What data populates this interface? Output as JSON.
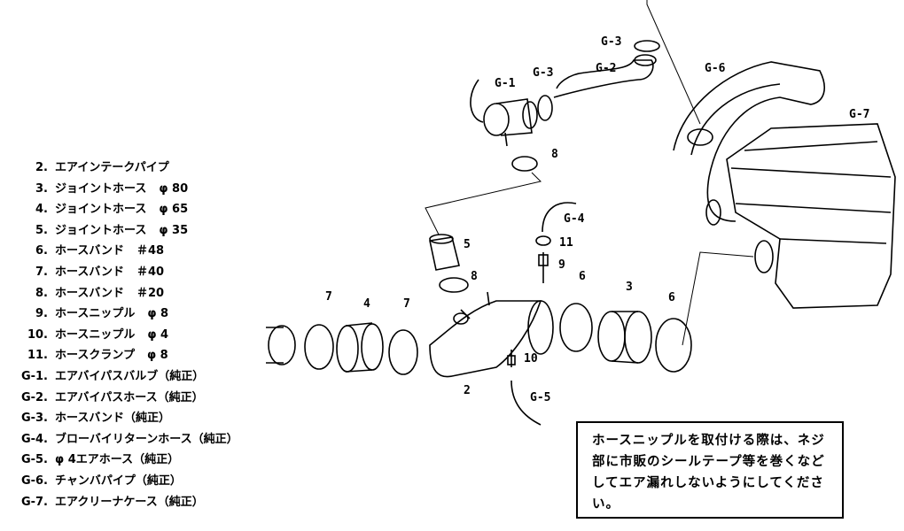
{
  "legend": [
    {
      "num": "2.",
      "name": "エアインテークパイプ",
      "spec": ""
    },
    {
      "num": "3.",
      "name": "ジョイントホース",
      "spec": "φ 80"
    },
    {
      "num": "4.",
      "name": "ジョイントホース",
      "spec": "φ 65"
    },
    {
      "num": "5.",
      "name": "ジョイントホース",
      "spec": "φ 35"
    },
    {
      "num": "6.",
      "name": "ホースバンド",
      "spec": "＃48"
    },
    {
      "num": "7.",
      "name": "ホースバンド",
      "spec": "＃40"
    },
    {
      "num": "8.",
      "name": "ホースバンド",
      "spec": "＃20"
    },
    {
      "num": "9.",
      "name": "ホースニップル",
      "spec": "φ 8"
    },
    {
      "num": "10.",
      "name": "ホースニップル",
      "spec": "φ 4"
    },
    {
      "num": "11.",
      "name": "ホースクランプ",
      "spec": "φ 8"
    },
    {
      "num": "G-1.",
      "name": "エアバイパスバルブ（純正）",
      "spec": ""
    },
    {
      "num": "G-2.",
      "name": "エアバイパスホース（純正）",
      "spec": ""
    },
    {
      "num": "G-3.",
      "name": "ホースバンド（純正）",
      "spec": ""
    },
    {
      "num": "G-4.",
      "name": "ブローバイリターンホース（純正）",
      "spec": ""
    },
    {
      "num": "G-5.",
      "name": "φ 4エアホース（純正）",
      "spec": ""
    },
    {
      "num": "G-6.",
      "name": "チャンバパイプ（純正）",
      "spec": ""
    },
    {
      "num": "G-7.",
      "name": "エアクリーナケース（純正）",
      "spec": ""
    }
  ],
  "callouts": {
    "g3a": "G-3",
    "g6": "G-6",
    "g1": "G-1",
    "g3b": "G-3",
    "g2": "G-2",
    "g7": "G-7",
    "p8a": "8",
    "g4": "G-4",
    "p5": "5",
    "p11": "11",
    "p9": "9",
    "p8b": "8",
    "p6a": "6",
    "p3": "3",
    "p6b": "6",
    "p7a": "7",
    "p4": "4",
    "p7b": "7",
    "p2": "2",
    "p10": "10",
    "g5": "G-5"
  },
  "note": "ホースニップルを取付ける際は、ネジ部に市販のシールテープ等を巻くなどしてエア漏れしないようにしてください。"
}
